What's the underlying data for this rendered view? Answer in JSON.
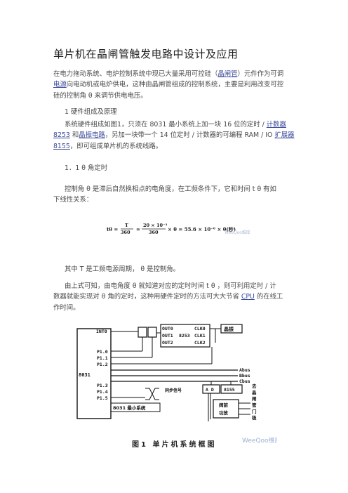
{
  "title": "单片机在晶闸管触发电路中设计及应用",
  "intro": {
    "l1": "在电力拖动系统、电炉控制系统中现已大量采用可控硅（晶闸管）元件作为可调",
    "l2": "电源向电动机或电炉供电，这种由晶闸管组成的控制系统，主要是利用改变可控",
    "l3": "硅的控制角 θ 来调节供电电压。"
  },
  "section1": {
    "heading": "1 硬件组成及原理"
  },
  "hw": {
    "l1": "系统硬件组成如图1，只须在 8031 最小系统上加一块 16 位的定时 / 计数器",
    "l2": "8253 和晶振电路，另加一块带一个 14 位定时 / 计数器的可编程 RAM / IO 扩展器",
    "l3": "8155，即可组成单片机的系统线路。"
  },
  "section11": {
    "heading": "1．1  θ 角定时"
  },
  "ctrl": {
    "l1": "控制角 θ 是滞后自然换相点的电角度，在工频条件下，它和时间 t θ 有如",
    "l2": "下线性关系："
  },
  "formula": {
    "lhs": "tθ =",
    "f1_num": "T",
    "f1_den": "360",
    "f2_num": "20 × 10⁻³",
    "f2_den": "360",
    "rhs": "× θ = 55.6 × 10⁻⁶ × θ(秒)"
  },
  "where": {
    "l1": "其中 T 是工频电源周期， θ 是控制角。"
  },
  "conclusion": {
    "l1": "由上式可知，由电角度 θ 就知道对应的定时时间 t θ ，则可利用定时 / 计",
    "l2": "数器就能实现对 θ 角的定时，这种用硬件定时的方法可大大节省 CPU 的在线工",
    "l3": "作时间。"
  },
  "diagram": {
    "int_label": "INT0",
    "cpu_label": "8031",
    "ports": [
      "P1.0",
      "P1.1",
      "P1.2",
      "P1.3",
      "P1.4",
      "P1.5"
    ],
    "out_labels": [
      "OUT0",
      "OUT1",
      "OUT2"
    ],
    "chip_8253": "8253",
    "clk_labels": [
      "CLK0",
      "CLK1",
      "CLK2"
    ],
    "crystal": "晶振",
    "bus_labels": [
      "Abus",
      "Bbus",
      "Cbus"
    ],
    "sync_label": "同步信号",
    "sys_label": "8031 最小系统",
    "ad_label": "A D",
    "chip_8155": "8155",
    "amp_label_1": "阀前",
    "amp_label_2": "功放",
    "output_label": "去晶闸管门极"
  },
  "caption": "图1  单片机系统框图",
  "watermarks": {
    "formula": "WeeQoo维库",
    "diagram": "WeeQoo维库"
  }
}
